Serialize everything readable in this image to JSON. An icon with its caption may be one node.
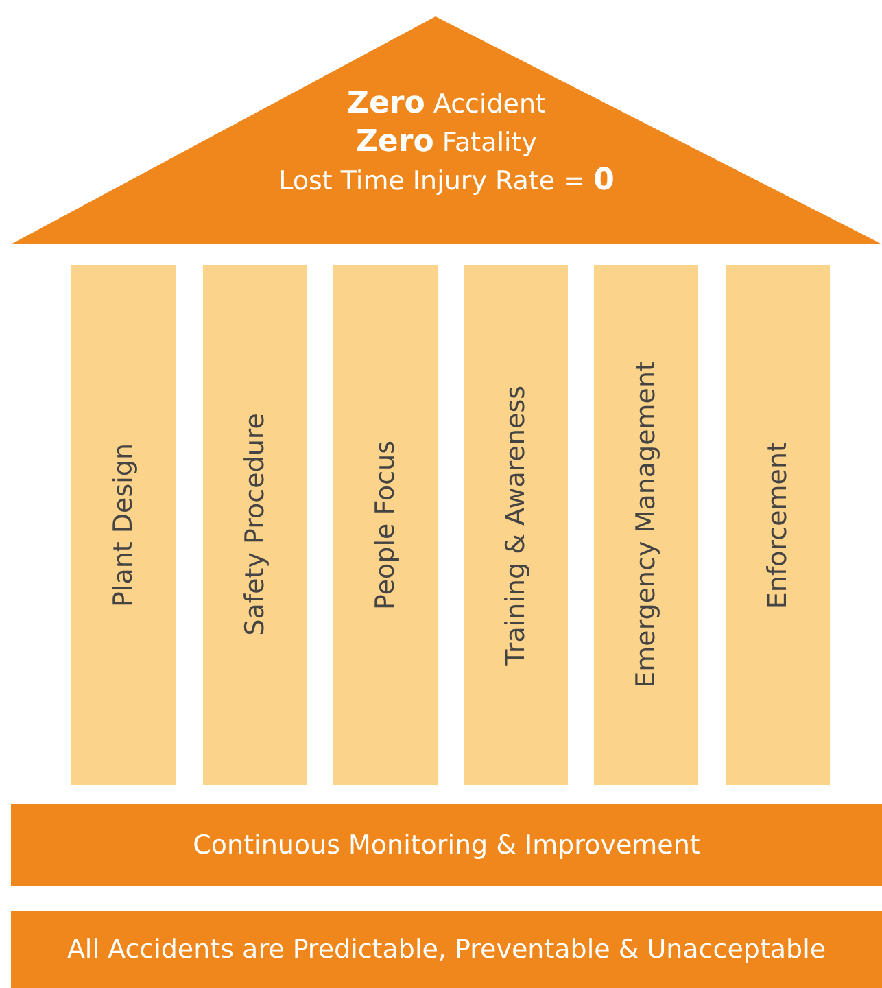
{
  "diagram": {
    "nodes": [
      {
        "text": [
          "**Zero** Accident",
          "**Zero** Fatality",
          "Lost Time Injury Rate = **0**"
        ]
      },
      {
        "text": [
          "Plant Design"
        ]
      },
      {
        "text": [
          "Safety Procedure"
        ]
      },
      {
        "text": [
          "People Focus"
        ]
      },
      {
        "text": [
          "Training & Awareness"
        ]
      },
      {
        "text": [
          "Emergency Management"
        ]
      },
      {
        "text": [
          "Enforcement"
        ]
      },
      {
        "text": [
          "Continuous Monitoring & Improvement"
        ]
      },
      {
        "text": [
          "All Accidents are Predictable, Preventable & Unacceptable"
        ]
      }
    ],
    "edges": []
  }
}
